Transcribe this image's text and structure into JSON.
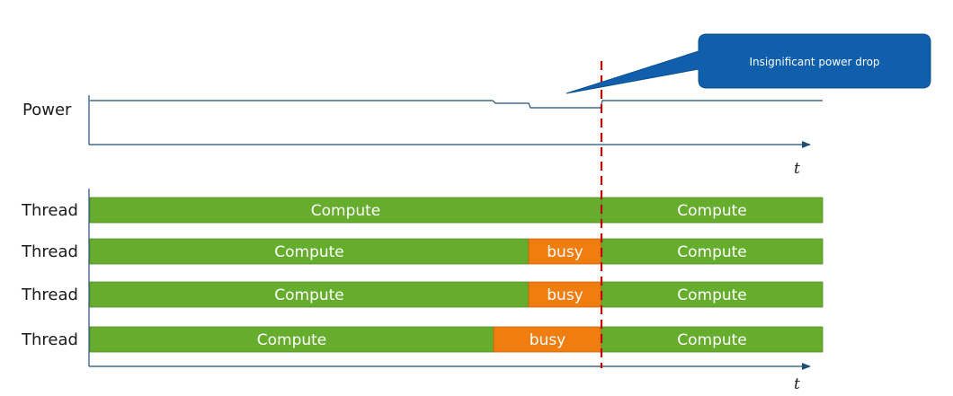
{
  "labels": {
    "power": "Power",
    "thread": "Thread",
    "time_axis": "t",
    "callout": "Insignificant power drop"
  },
  "colors": {
    "compute": "#66ad2d",
    "busy": "#ef7d0f",
    "axis": "#1f4e79",
    "marker": "#c00000",
    "callout_fill": "#0f5fad",
    "text": "#1a1a1a"
  },
  "threads": [
    {
      "label": "Thread",
      "segments": [
        {
          "kind": "compute",
          "text": "Compute"
        },
        {
          "kind": "compute",
          "text": "Compute"
        }
      ]
    },
    {
      "label": "Thread",
      "segments": [
        {
          "kind": "compute",
          "text": "Compute"
        },
        {
          "kind": "busy",
          "text": "busy"
        },
        {
          "kind": "compute",
          "text": "Compute"
        }
      ]
    },
    {
      "label": "Thread",
      "segments": [
        {
          "kind": "compute",
          "text": "Compute"
        },
        {
          "kind": "busy",
          "text": "busy"
        },
        {
          "kind": "compute",
          "text": "Compute"
        }
      ]
    },
    {
      "label": "Thread",
      "segments": [
        {
          "kind": "compute",
          "text": "Compute"
        },
        {
          "kind": "busy",
          "text": "busy"
        },
        {
          "kind": "compute",
          "text": "Compute"
        }
      ]
    }
  ]
}
